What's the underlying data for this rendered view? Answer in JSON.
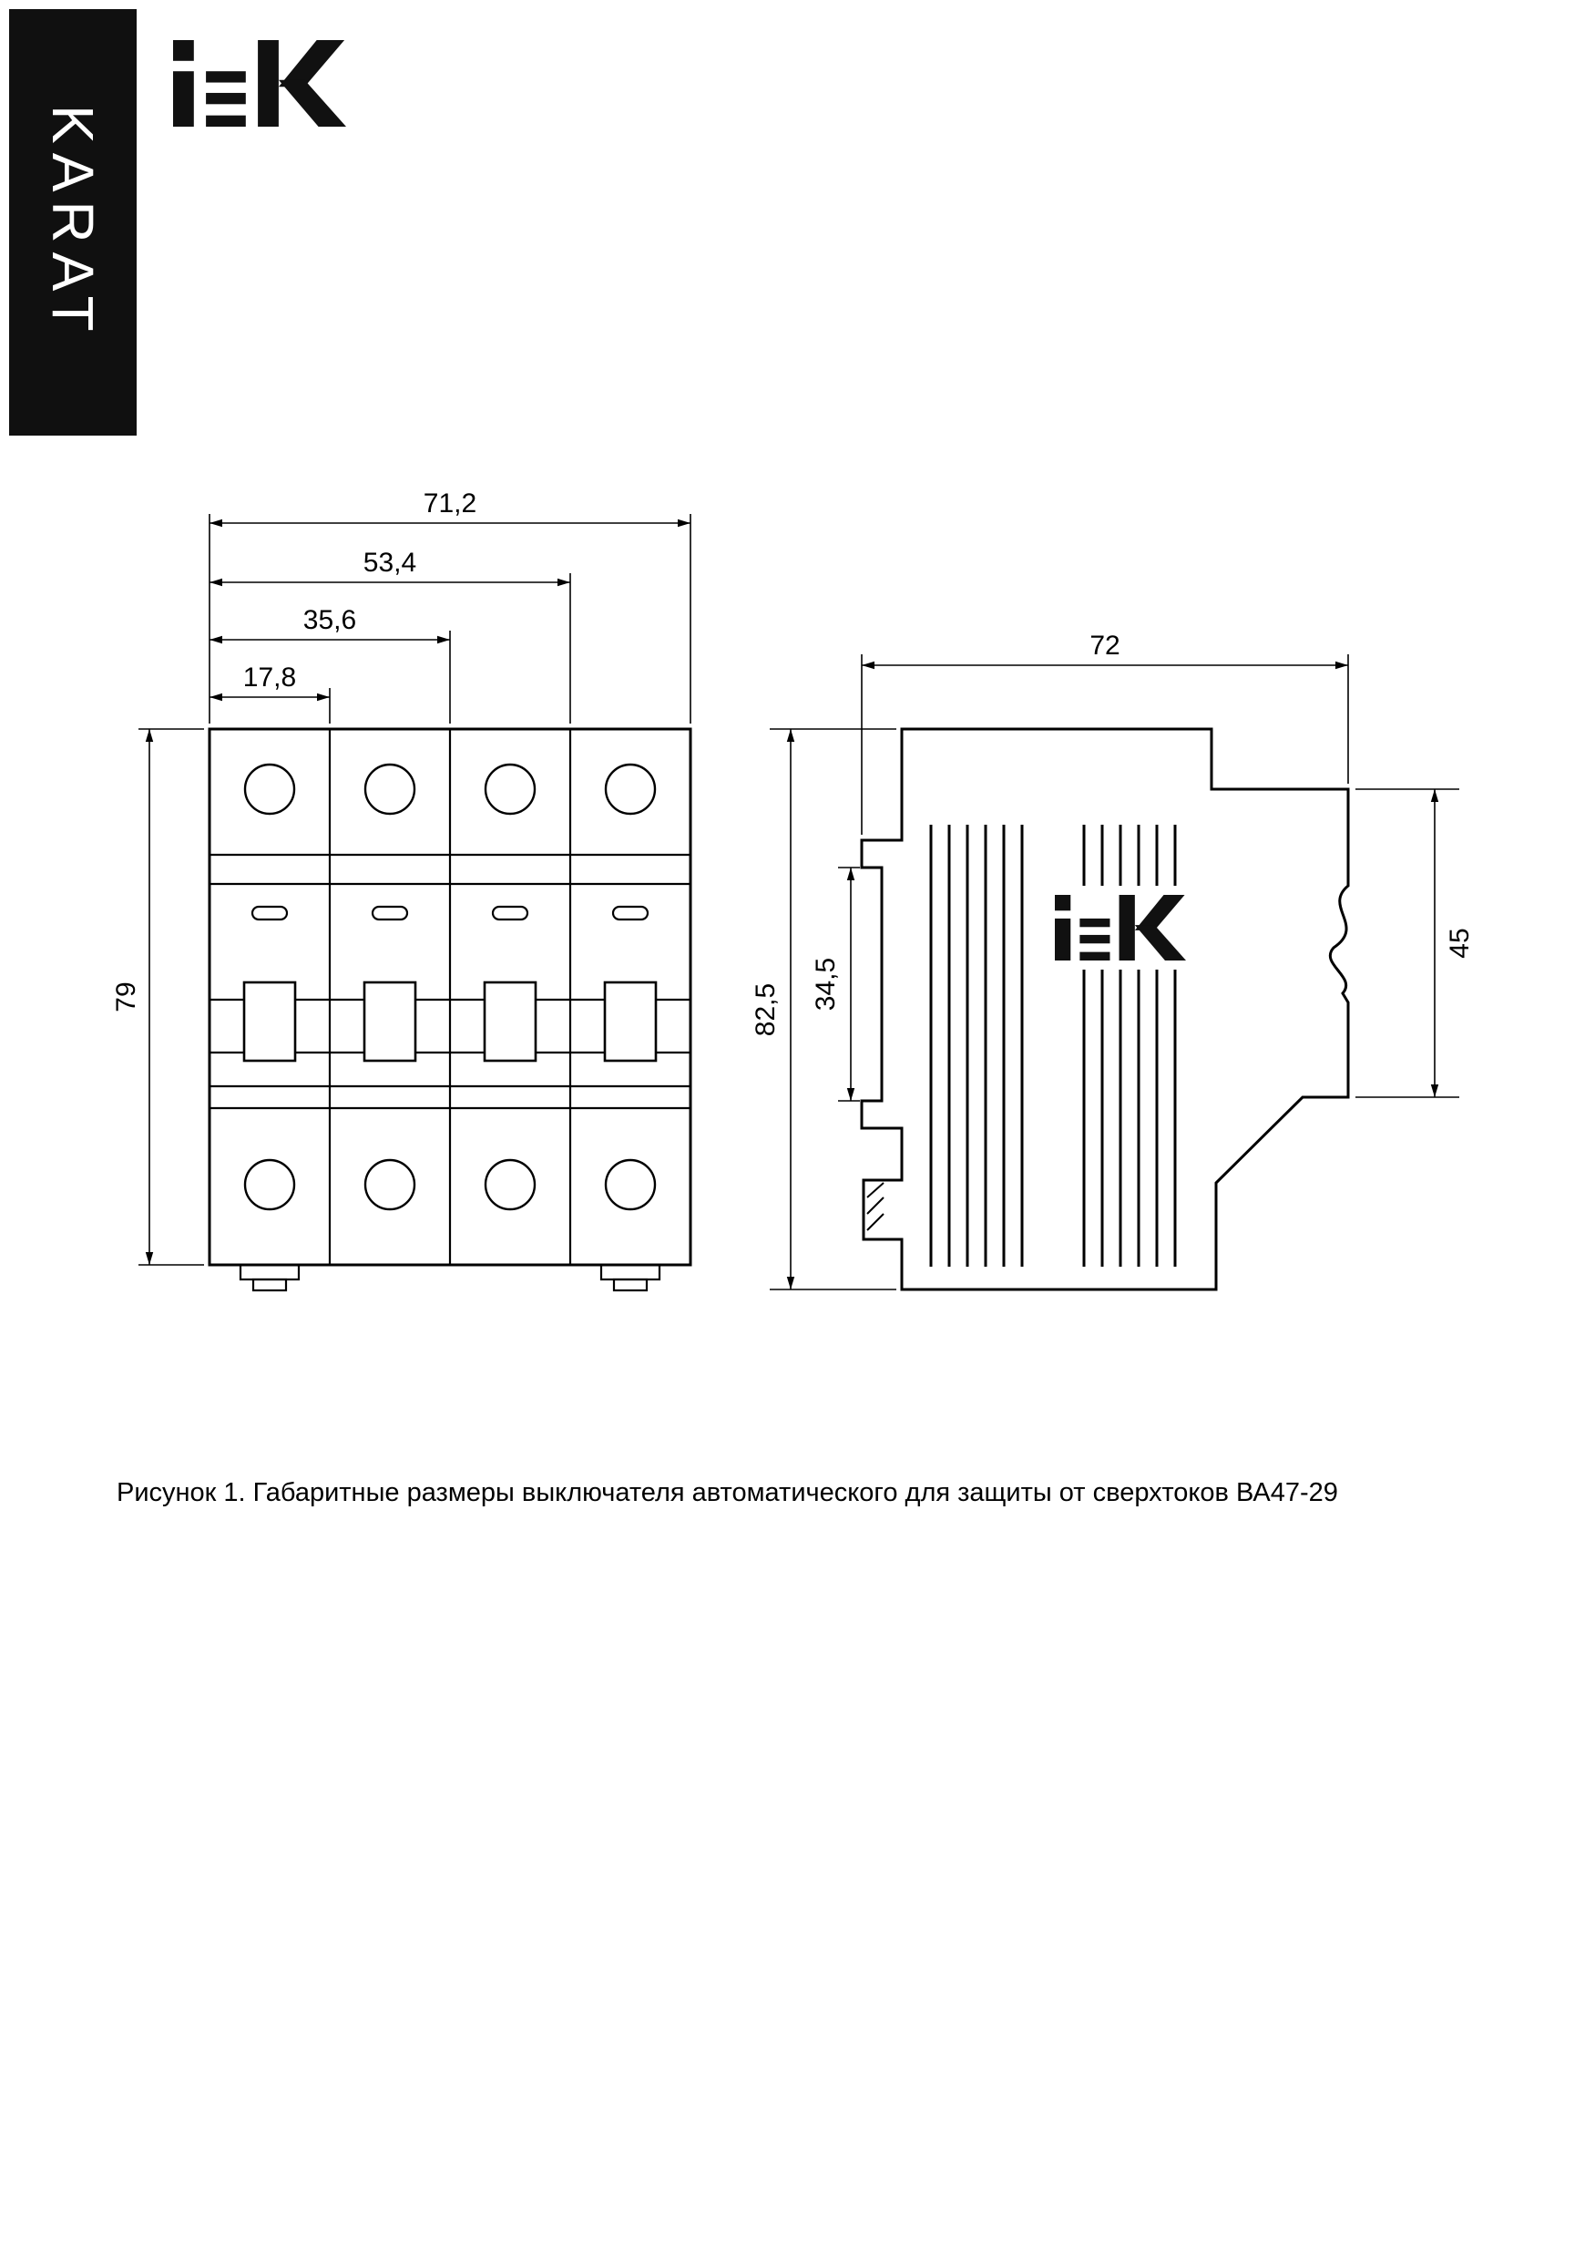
{
  "brand": {
    "series_label": "KARAT",
    "logo_text": "iEK"
  },
  "drawing": {
    "front_view": {
      "dim_total_width": "71,2",
      "dim_three_modules": "53,4",
      "dim_two_modules": "35,6",
      "dim_one_module": "17,8",
      "dim_height": "79"
    },
    "side_view": {
      "dim_depth": "72",
      "dim_total_height": "82,5",
      "dim_rail_recess": "34,5",
      "dim_front_face": "45"
    }
  },
  "caption": "Рисунок 1. Габаритные размеры выключателя автоматического для защиты от сверхтоков ВА47-29",
  "colors": {
    "line": "#000000",
    "banner_bg": "#101010",
    "banner_text": "#ffffff",
    "page_bg": "#ffffff"
  }
}
